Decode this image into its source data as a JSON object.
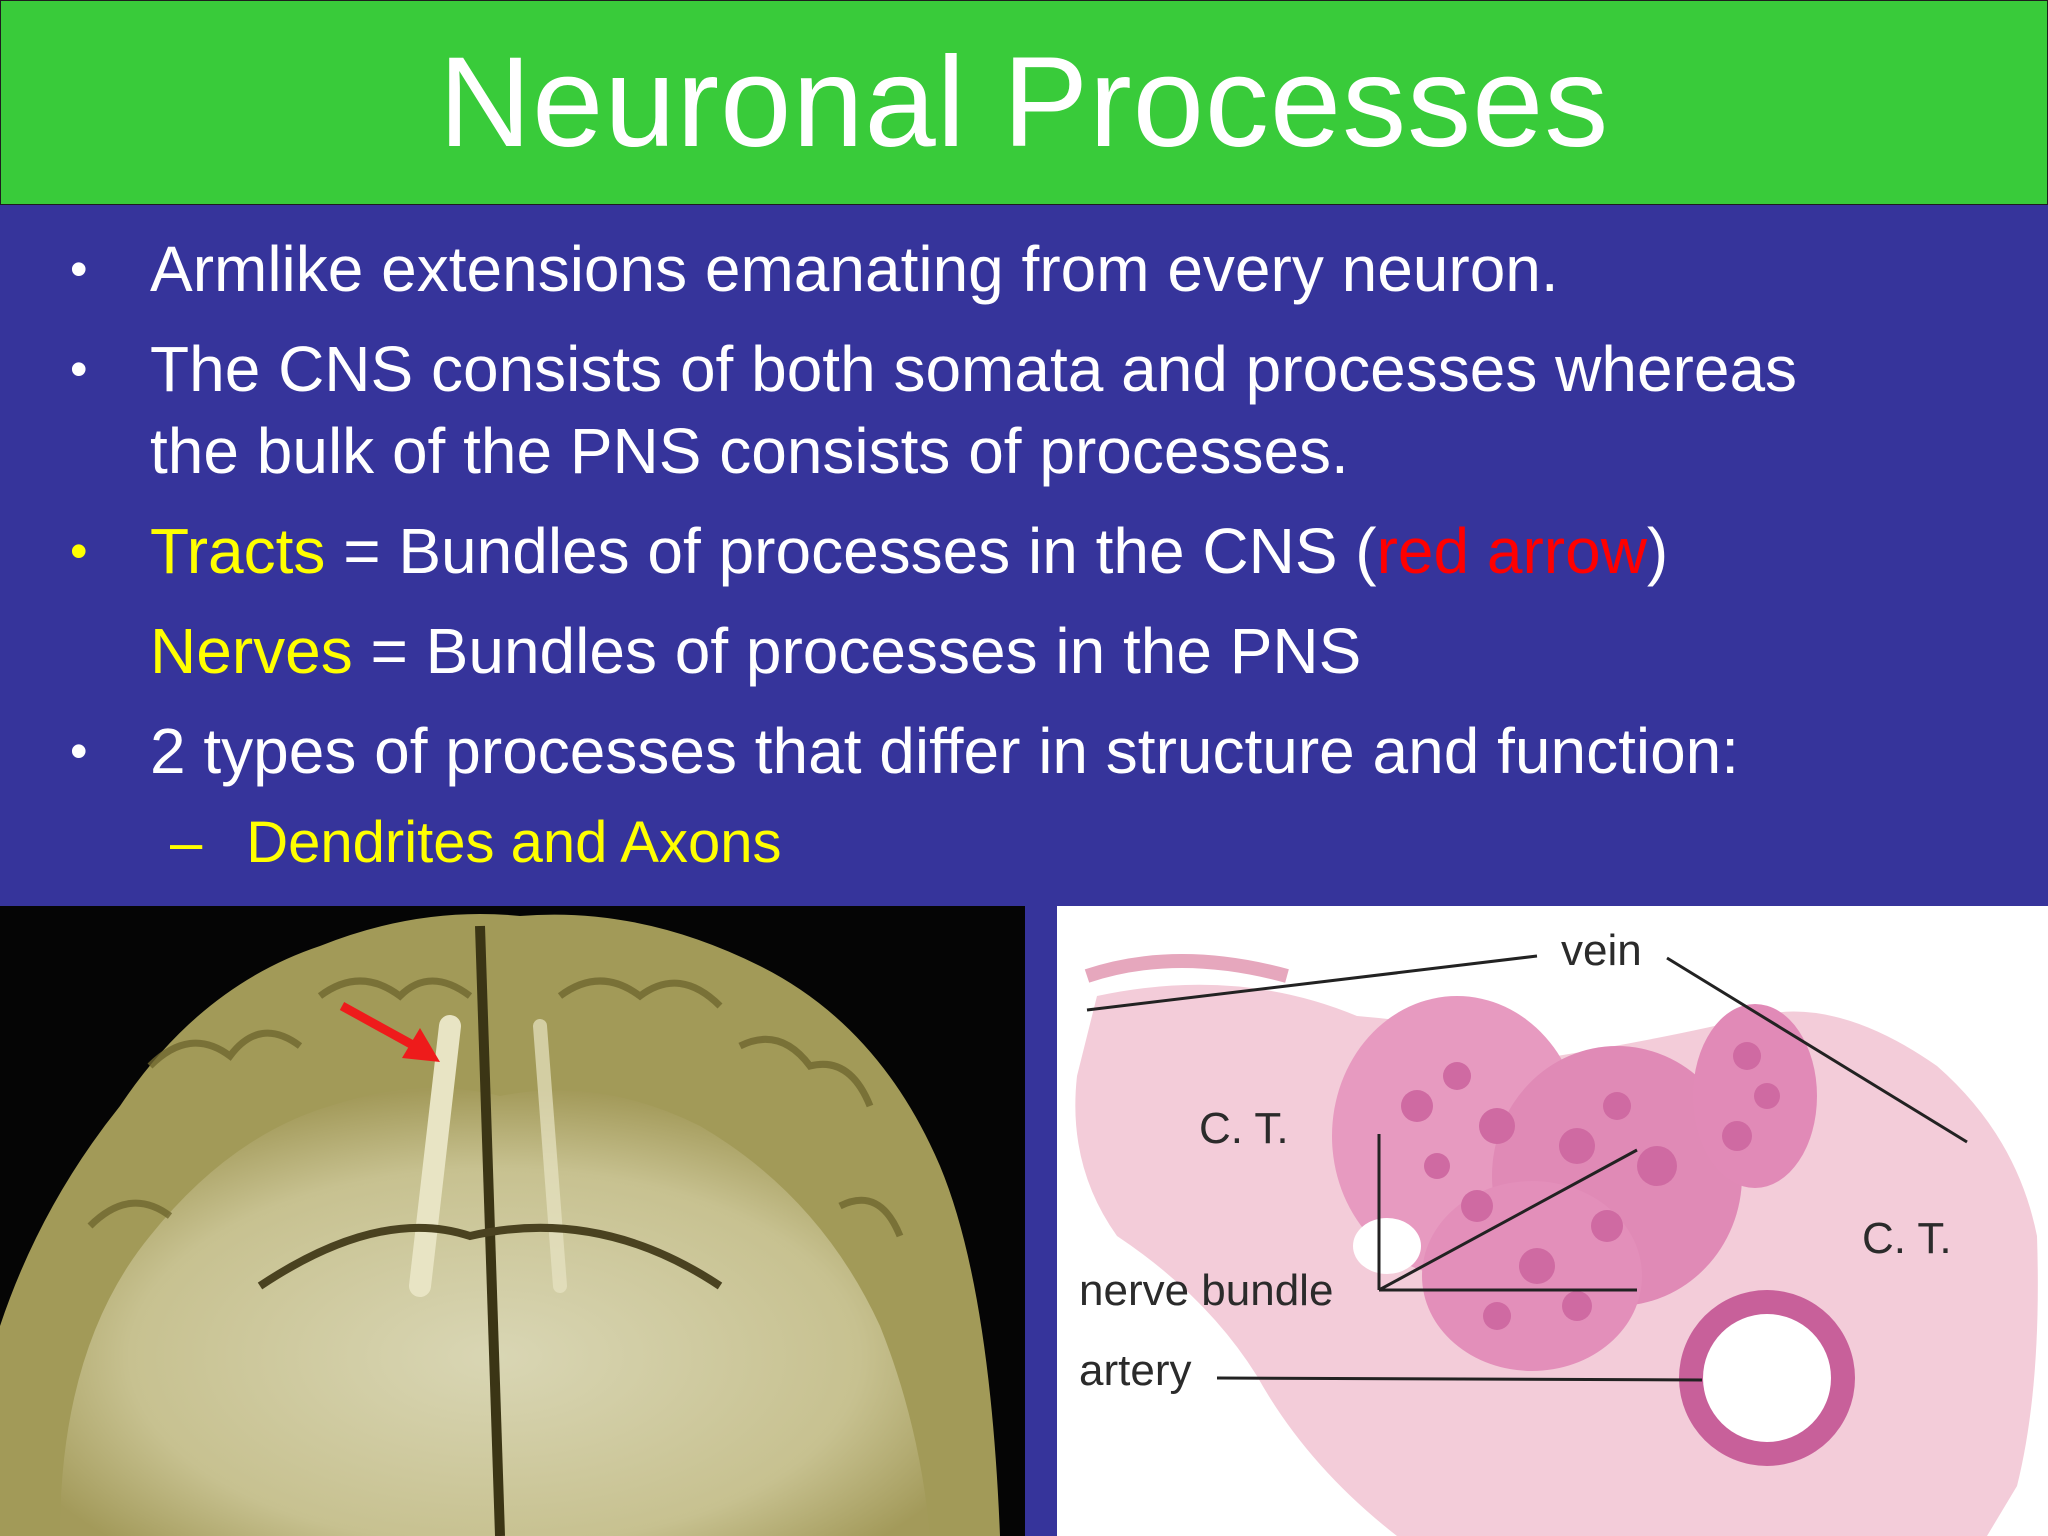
{
  "slide": {
    "title": "Neuronal Processes",
    "bullet_glyph": "•",
    "dash_glyph": "–",
    "bullets": {
      "b1": "Armlike extensions emanating from every neuron.",
      "b2_line1": "The CNS consists of both somata and processes whereas",
      "b2_line2": "the bulk of the PNS consists of processes.",
      "b3_term": "Tracts",
      "b3_def": " = Bundles of processes in the CNS (",
      "b3_note": "red arrow",
      "b3_close": ")",
      "b3b_term": "Nerves",
      "b3b_def": " = Bundles of processes in the PNS",
      "b4": "2 types of processes that differ in structure and function:",
      "b4_sub": "Dendrites and Axons"
    },
    "histology_labels": {
      "vein": "vein",
      "ct1": "C. T.",
      "ct2": "C. T.",
      "nerve_bundle": "nerve bundle",
      "artery": "artery"
    }
  },
  "colors": {
    "title_bg": "#39cb3a",
    "body_bg": "#36349b",
    "highlight": "#ffff00",
    "alert": "#ff0000"
  }
}
